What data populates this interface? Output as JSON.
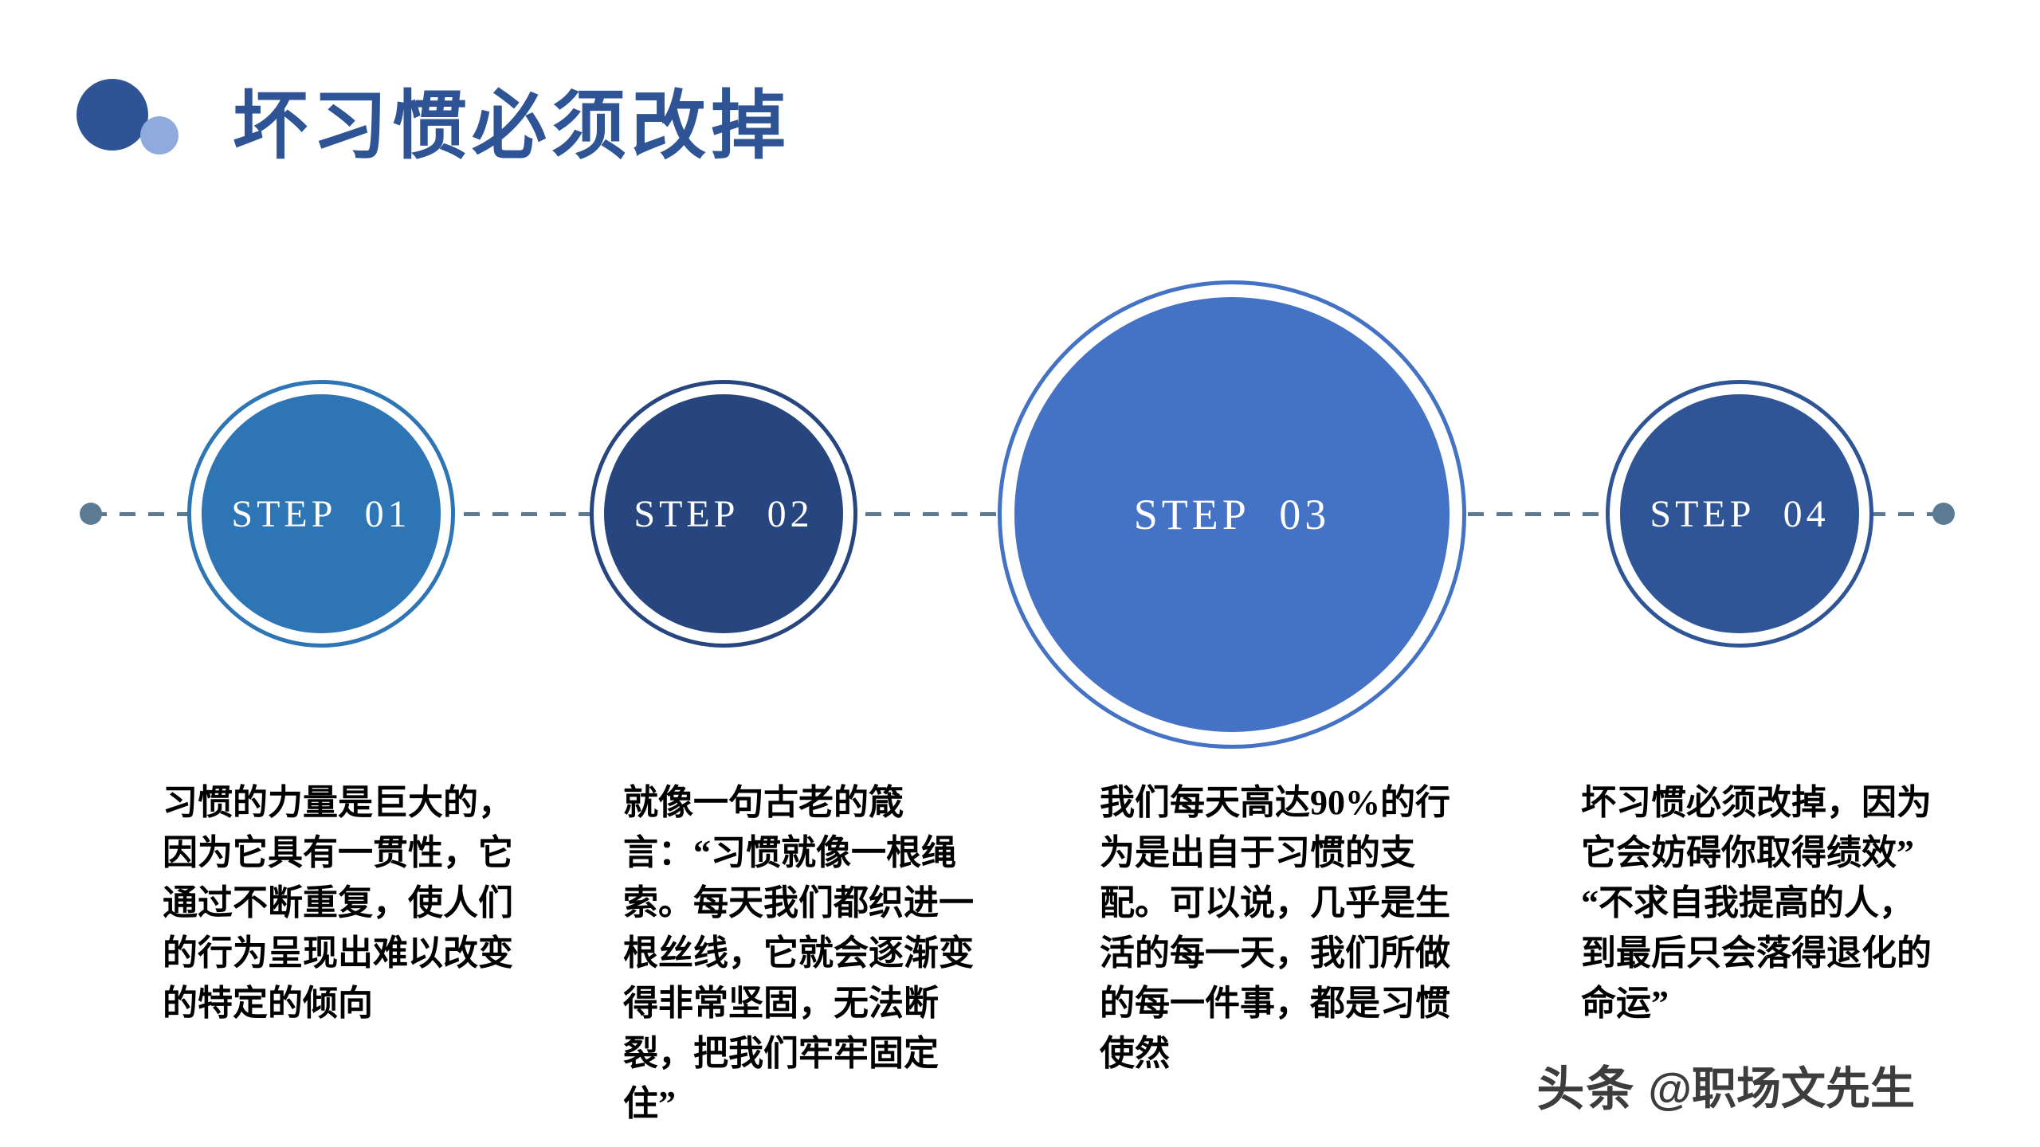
{
  "title": "坏习惯必须改掉",
  "timeline": {
    "line_color": "#5B7B94"
  },
  "steps": [
    {
      "label": "STEP 01",
      "color": "#2E75B6",
      "description": "习惯的力量是巨大的，因为它具有一贯性，它通过不断重复，使人们的行为呈现出难以改变的特定的倾向"
    },
    {
      "label": "STEP 02",
      "color": "#27467F",
      "description": "就像一句古老的箴言：“习惯就像一根绳索。每天我们都织进一根丝线，它就会逐渐变得非常坚固，无法断裂，把我们牢牢固定住”"
    },
    {
      "label": "STEP 03",
      "color": "#4472C4",
      "description": "我们每天高达90%的行为是出自于习惯的支配。可以说，几乎是生活的每一天，我们所做的每一件事，都是习惯使然"
    },
    {
      "label": "STEP 04",
      "color": "#2F5597",
      "description": "坏习惯必须改掉，因为它会妨碍你取得绩效”\n“不求自我提高的人，到最后只会落得退化的命运”"
    }
  ],
  "watermark": {
    "brand": "头条",
    "handle": "@职场文先生"
  },
  "colors": {
    "title": "#2F5496",
    "decor_large": "#2F5496",
    "decor_small": "#8FAADC",
    "text": "#000000"
  }
}
